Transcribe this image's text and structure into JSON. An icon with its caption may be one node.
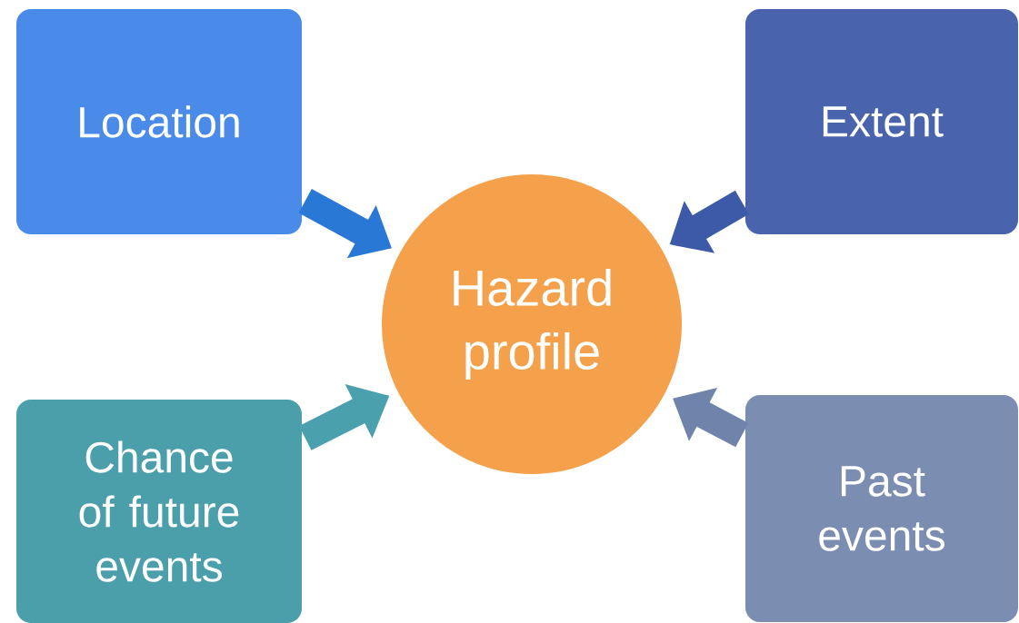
{
  "diagram": {
    "nodes": [
      {
        "text": [
          "Location"
        ]
      },
      {
        "text": [
          "Extent"
        ]
      },
      {
        "text": [
          "Hazard profile"
        ]
      },
      {
        "text": [
          "Chance of future events"
        ]
      },
      {
        "text": [
          "Past events"
        ]
      }
    ],
    "edges": [
      {
        "from": 0,
        "to": 2,
        "arrow": "to",
        "color": "#2a78d6"
      },
      {
        "from": 1,
        "to": 2,
        "arrow": "to",
        "color": "#3d5aa8"
      },
      {
        "from": 3,
        "to": 2,
        "arrow": "to",
        "color": "#4aa0ac"
      },
      {
        "from": 4,
        "to": 2,
        "arrow": "to",
        "color": "#6f83ab"
      }
    ]
  }
}
